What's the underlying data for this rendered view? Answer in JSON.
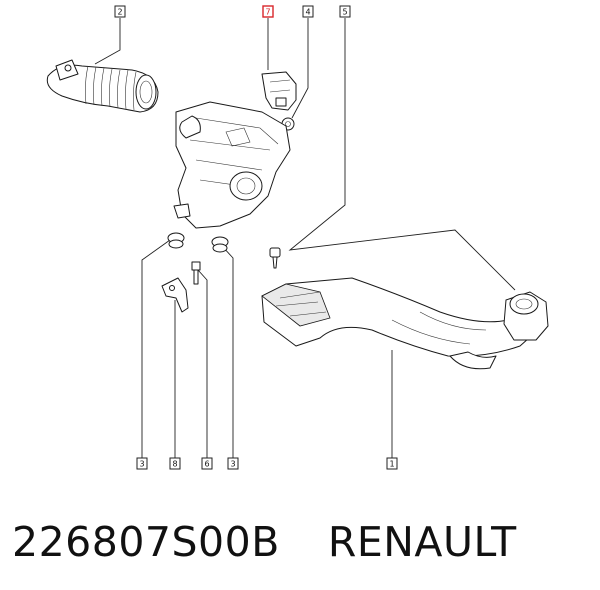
{
  "callouts": [
    {
      "label": "2"
    },
    {
      "label": "7",
      "highlighted": true
    },
    {
      "label": "4"
    },
    {
      "label": "5"
    },
    {
      "label": "3"
    },
    {
      "label": "8"
    },
    {
      "label": "6"
    },
    {
      "label": "3"
    },
    {
      "label": "1"
    }
  ],
  "caption": {
    "part_number": "226807S00B",
    "brand": "RENAULT"
  },
  "colors": {
    "highlight": "#d8262a",
    "line": "#1a1a1a"
  }
}
